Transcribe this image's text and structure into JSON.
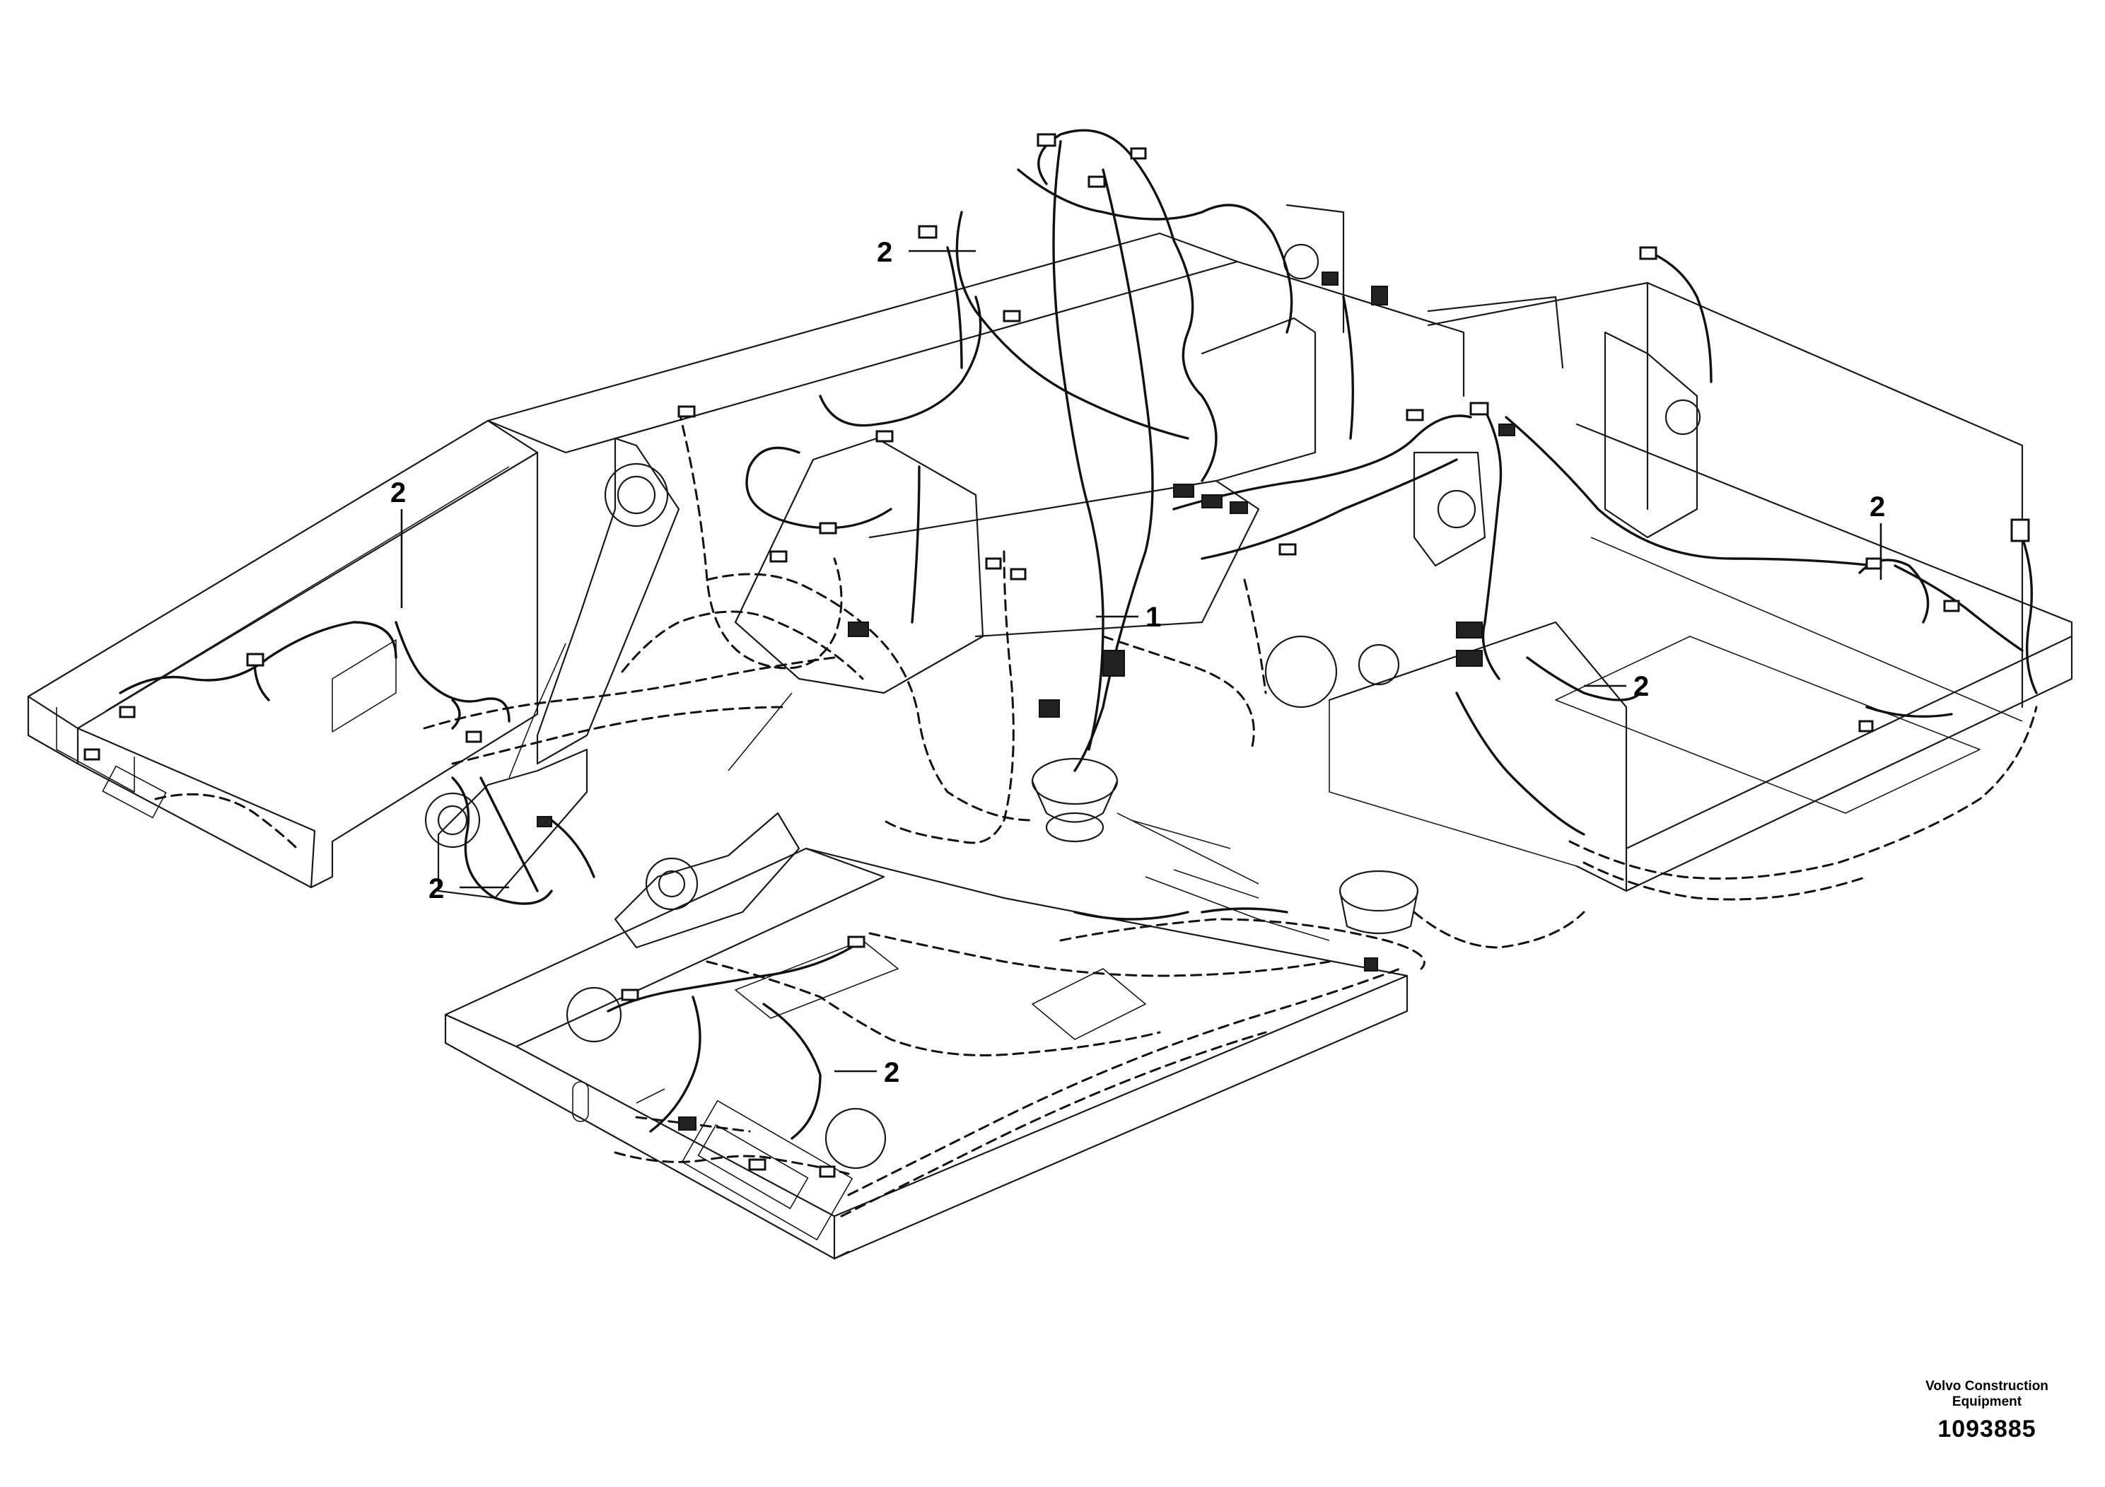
{
  "callouts": {
    "c1": "2",
    "c2": "2",
    "c3": "1",
    "c4": "2",
    "c5": "2",
    "c6": "2",
    "c7": "2"
  },
  "footer": {
    "company_line1": "Volvo Construction",
    "company_line2": "Equipment",
    "drawing_number": "1093885"
  }
}
